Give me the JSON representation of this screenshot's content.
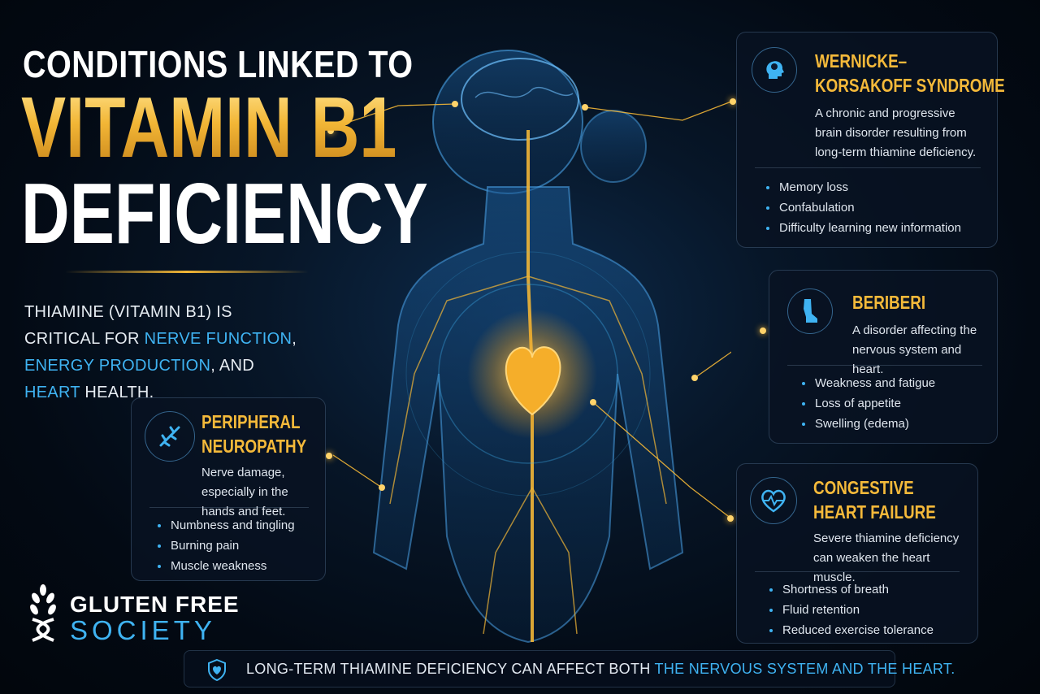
{
  "title": {
    "line1": "CONDITIONS LINKED TO",
    "line2": "VITAMIN B1",
    "line3": "DEFICIENCY"
  },
  "intro": {
    "p1": "THIAMINE (VITAMIN B1) IS CRITICAL FOR ",
    "h1": "NERVE FUNCTION",
    "p2": ", ",
    "h2": "ENERGY PRODUCTION",
    "p3": ", AND ",
    "h3": "HEART",
    "p4": " HEALTH."
  },
  "cards": {
    "wernicke": {
      "title1": "WERNICKE–",
      "title2": "KORSAKOFF SYNDROME",
      "desc": "A chronic and progressive brain disorder resulting from long-term thiamine deficiency.",
      "items": [
        "Memory loss",
        "Confabulation",
        "Difficulty learning new information"
      ],
      "icon": "brain-head-icon"
    },
    "beriberi": {
      "title1": "BERIBERI",
      "desc": "A disorder affecting the nervous system and heart.",
      "items": [
        "Weakness and fatigue",
        "Loss of appetite",
        "Swelling (edema)"
      ],
      "icon": "leg-icon"
    },
    "chf": {
      "title1": "CONGESTIVE",
      "title2": "HEART FAILURE",
      "desc": "Severe thiamine deficiency can weaken the heart muscle.",
      "items": [
        "Shortness of breath",
        "Fluid retention",
        "Reduced exercise tolerance"
      ],
      "icon": "heartbeat-icon"
    },
    "neuro": {
      "title1": "PERIPHERAL",
      "title2": "NEUROPATHY",
      "desc": "Nerve damage, especially in the hands and feet.",
      "items": [
        "Numbness and tingling",
        "Burning pain",
        "Muscle weakness"
      ],
      "icon": "nerve-icon"
    }
  },
  "logo": {
    "line1": "GLUTEN FREE",
    "line2": "SOCIETY"
  },
  "footer": {
    "text": "LONG-TERM THIAMINE DEFICIENCY CAN AFFECT BOTH ",
    "highlight": "THE NERVOUS SYSTEM AND THE HEART.",
    "icon": "shield-heart-icon"
  },
  "colors": {
    "gold": "#f4b93a",
    "blue": "#3fb3f2",
    "background": "#030a14"
  }
}
